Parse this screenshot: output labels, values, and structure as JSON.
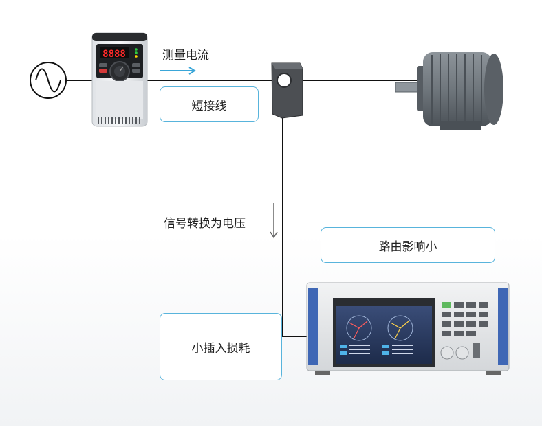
{
  "labels": {
    "measure_current": "测量电流",
    "short_wire": "短接线",
    "signal_to_voltage": "信号转换为电压",
    "little_route_effect": "路由影响小",
    "low_insertion_loss": "小插入损耗"
  },
  "inverter": {
    "display": "8888"
  },
  "colors": {
    "accent": "#58b4dc",
    "wire": "#111111",
    "arrow": "#3aa6d8"
  },
  "icons": [
    "ac-source-icon",
    "inverter-icon",
    "current-sensor-icon",
    "motor-icon",
    "power-analyzer-icon"
  ]
}
